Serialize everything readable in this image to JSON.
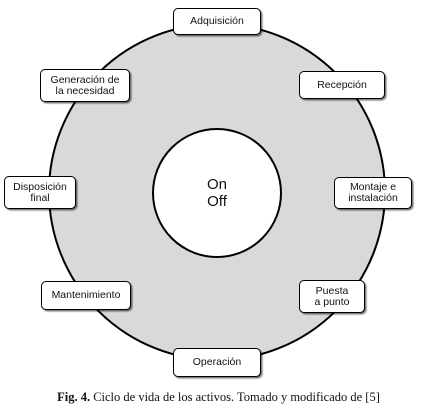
{
  "diagram": {
    "hub_label": "On\nOff",
    "stages": [
      {
        "id": "adquisicion",
        "label": "Adquisición"
      },
      {
        "id": "recepcion",
        "label": "Recepción"
      },
      {
        "id": "montaje",
        "label": "Montaje e\ninstalación"
      },
      {
        "id": "puesta",
        "label": "Puesta\na punto"
      },
      {
        "id": "operacion",
        "label": "Operación"
      },
      {
        "id": "mantenimiento",
        "label": "Mantenimiento"
      },
      {
        "id": "disposicion",
        "label": "Disposición\nfinal"
      },
      {
        "id": "generacion",
        "label": "Generación de\nla necesidad"
      }
    ],
    "colors": {
      "ring": "#d9d9d9",
      "outline": "#000000",
      "box_fill": "#ffffff"
    }
  },
  "caption": {
    "label": "Fig. 4.",
    "text": "Ciclo de vida de los activos.  Tomado y modificado de [5]"
  }
}
